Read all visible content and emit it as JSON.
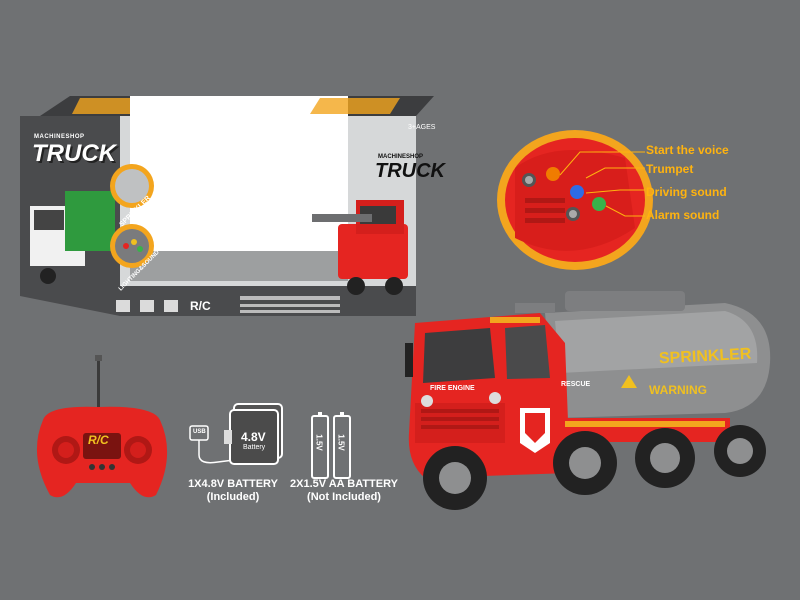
{
  "package": {
    "brand_small": "MACHINESHOP",
    "brand_title": "TRUCK",
    "age": "3+AGES",
    "side_feature_1": "SPRINKLER",
    "side_feature_2": "LIGHTING&SOUND",
    "rc_label": "R/C",
    "box_colors": {
      "dark": "#4a4b4d",
      "light": "#d6d8d9",
      "accent": "#f3a51e"
    }
  },
  "callouts": {
    "items": [
      {
        "label": "Start the voice",
        "color": "#f07c00"
      },
      {
        "label": "Trumpet",
        "color": "#e8a100"
      },
      {
        "label": "Driving sound",
        "color": "#2e6be6"
      },
      {
        "label": "Alarm sound",
        "color": "#38b24a"
      }
    ],
    "label_color": "#ffb30f"
  },
  "truck": {
    "tank_text": "SPRINKLER",
    "warning_text": "WARNING",
    "door_text": "FIRE ENGINE",
    "rescue_text": "RESCUE",
    "cab_color": "#e52521",
    "tank_color": "#8e8f90"
  },
  "remote": {
    "label": "R/C",
    "color": "#e52521"
  },
  "battery_1": {
    "usb_label": "USB",
    "voltage": "4.8V",
    "sub": "Battery",
    "caption_line1": "1X4.8V BATTERY",
    "caption_line2": "(Included)"
  },
  "battery_2": {
    "cell_label": "1.5V",
    "caption_line1": "2X1.5V AA BATTERY",
    "caption_line2": "(Not Included)"
  }
}
